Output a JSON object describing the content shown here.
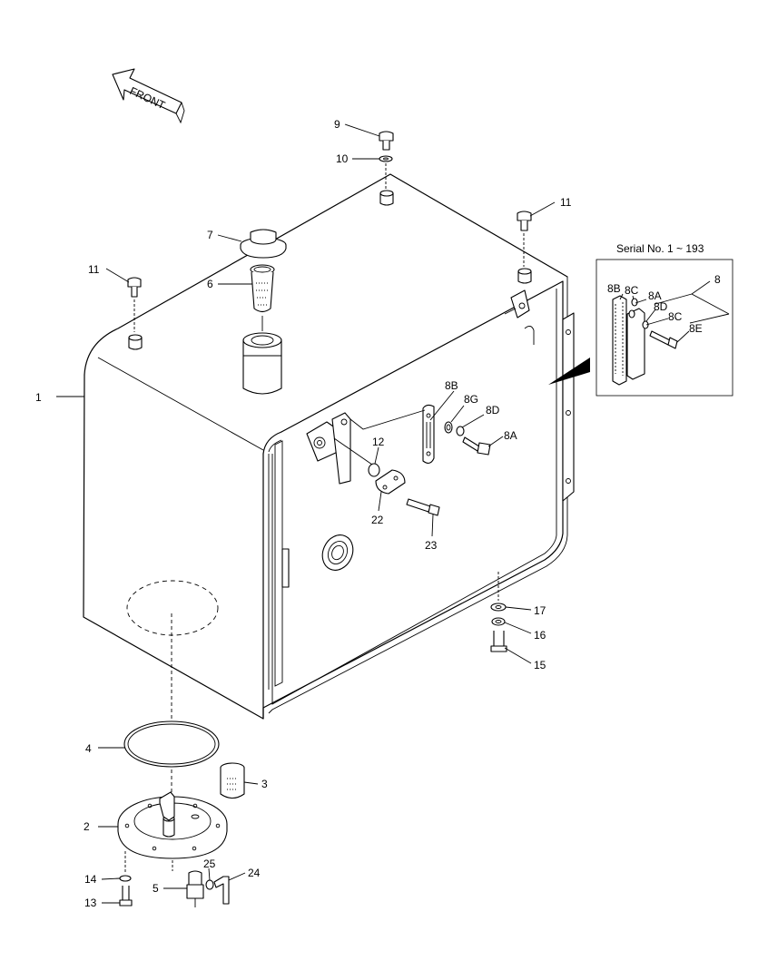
{
  "front_arrow": {
    "text": "FRONT"
  },
  "inset": {
    "title": "Serial No. 1 ~ 193"
  },
  "callouts": {
    "c1": "1",
    "c2": "2",
    "c3": "3",
    "c4": "4",
    "c5": "5",
    "c6": "6",
    "c7": "7",
    "c8": "8",
    "c8A": "8A",
    "c8B": "8B",
    "c8C": "8C",
    "c8D": "8D",
    "c8E": "8E",
    "c8G": "8G",
    "c9": "9",
    "c10": "10",
    "c11a": "11",
    "c11b": "11",
    "c12": "12",
    "c13": "13",
    "c14": "14",
    "c15": "15",
    "c16": "16",
    "c17": "17",
    "c22": "22",
    "c23": "23",
    "c24": "24",
    "c25": "25",
    "i8A": "8A",
    "i8B": "8B",
    "i8C1": "8C",
    "i8C2": "8C",
    "i8D": "8D",
    "i8E": "8E"
  }
}
